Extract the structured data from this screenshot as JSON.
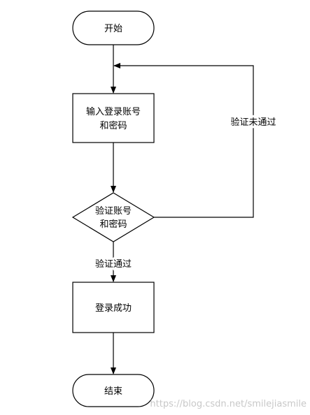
{
  "nodes": {
    "start": "开始",
    "input_line1": "输入登录账号",
    "input_line2": "和密码",
    "verify_line1": "验证账号",
    "verify_line2": "和密码",
    "success": "登录成功",
    "end": "结束"
  },
  "edges": {
    "fail_label": "验证未通过",
    "pass_label": "验证通过"
  },
  "watermark": "https://blog.csdn.net/smilejiasmile",
  "colors": {
    "stroke": "#000000",
    "fill": "#ffffff",
    "watermark": "#c8c8c8"
  }
}
